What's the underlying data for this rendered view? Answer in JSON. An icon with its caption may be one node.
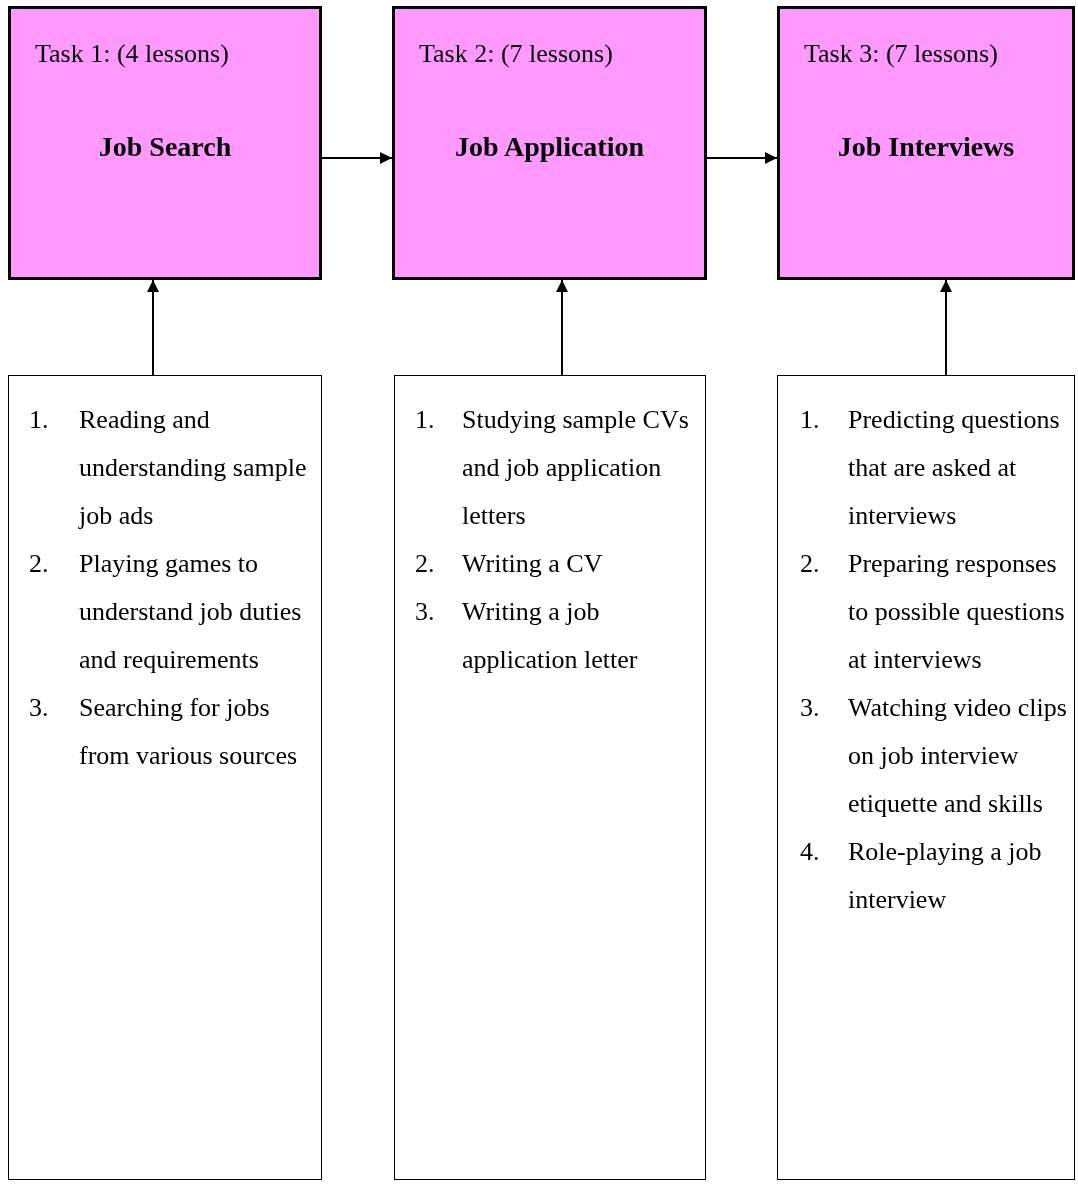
{
  "diagram": {
    "nodes": [
      {
        "text": [
          "Task 1: (4 lessons)",
          "Job Search"
        ]
      },
      {
        "text": [
          "Task 2: (7 lessons)",
          "Job Application"
        ]
      },
      {
        "text": [
          "Task 3: (7 lessons)",
          "Job Interviews"
        ]
      },
      {
        "text": [
          "1. Reading and understanding sample job ads",
          "2. Playing games to understand job duties and requirements",
          "3. Searching for jobs from various sources"
        ]
      },
      {
        "text": [
          "1. Studying sample CVs and job application letters",
          "2. Writing a CV",
          "3. Writing a job application letter"
        ]
      },
      {
        "text": [
          "1. Predicting questions that are asked at interviews",
          "2. Preparing responses to possible questions at interviews",
          "3. Watching video clips on job interview etiquette and skills",
          "4. Role-playing a job interview"
        ]
      }
    ],
    "edges": [
      {
        "from": 0,
        "to": 1,
        "arrow": "to"
      },
      {
        "from": 1,
        "to": 2,
        "arrow": "to"
      },
      {
        "from": 3,
        "to": 0,
        "arrow": "to"
      },
      {
        "from": 4,
        "to": 1,
        "arrow": "to"
      },
      {
        "from": 5,
        "to": 2,
        "arrow": "to"
      }
    ]
  }
}
